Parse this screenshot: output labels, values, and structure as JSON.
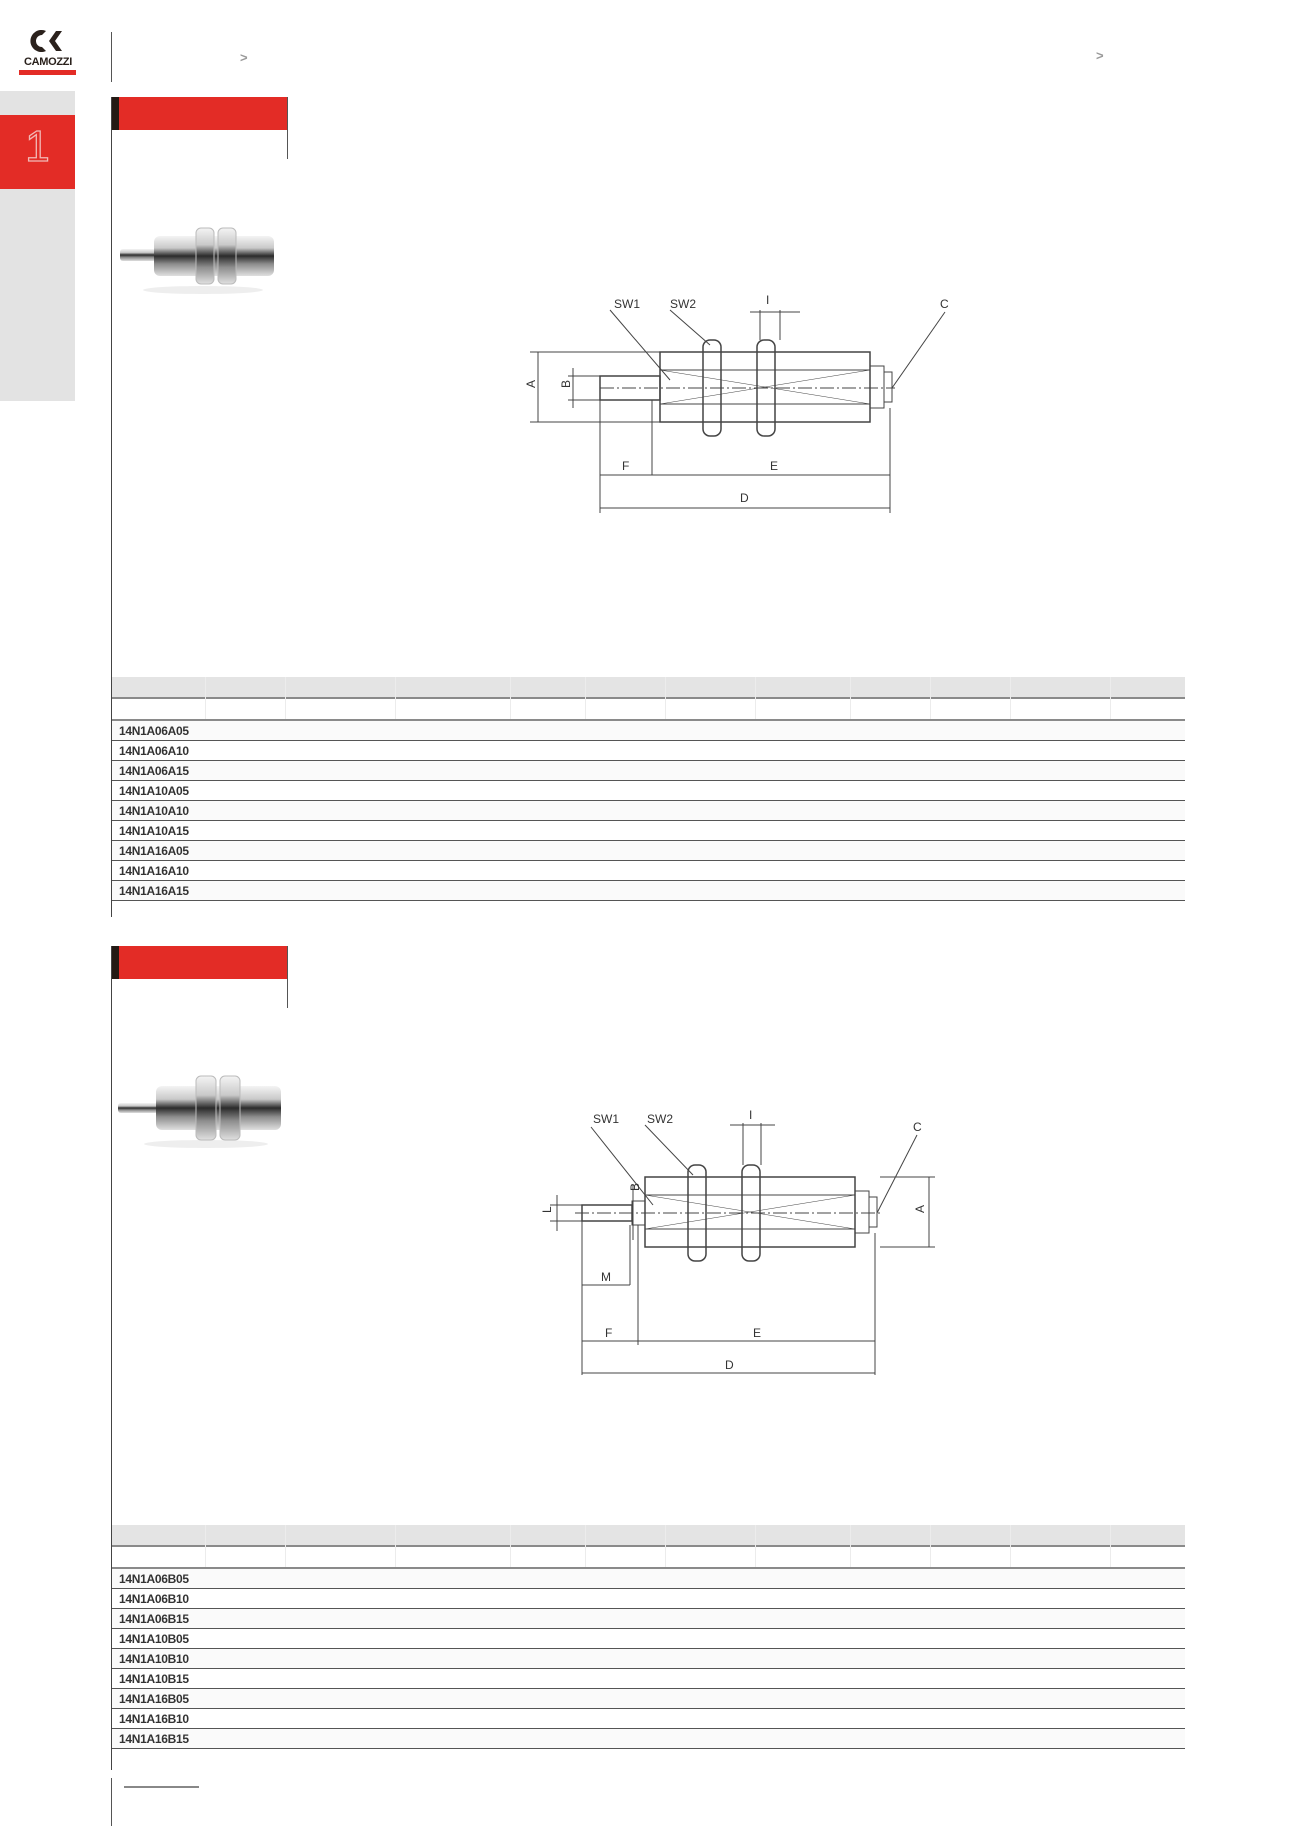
{
  "brand": {
    "name": "CAMOZZI",
    "accent": "#e32c26",
    "dark": "#241a14"
  },
  "sidebar": {
    "chapter_number": "1"
  },
  "header": {
    "breadcrumb_separators": [
      ">",
      ">"
    ]
  },
  "sections": [
    {
      "drawing": {
        "labels": [
          "SW1",
          "SW2",
          "I",
          "C",
          "A",
          "B",
          "F",
          "E",
          "D"
        ]
      },
      "table": {
        "rows": [
          "14N1A06A05",
          "14N1A06A10",
          "14N1A06A15",
          "14N1A10A05",
          "14N1A10A10",
          "14N1A10A15",
          "14N1A16A05",
          "14N1A16A10",
          "14N1A16A15"
        ]
      }
    },
    {
      "drawing": {
        "labels": [
          "SW1",
          "SW2",
          "I",
          "C",
          "B",
          "L",
          "A",
          "M",
          "F",
          "E",
          "D"
        ]
      },
      "table": {
        "rows": [
          "14N1A06B05",
          "14N1A06B10",
          "14N1A06B15",
          "14N1A10B05",
          "14N1A10B10",
          "14N1A10B15",
          "14N1A16B05",
          "14N1A16B10",
          "14N1A16B15"
        ]
      }
    }
  ]
}
